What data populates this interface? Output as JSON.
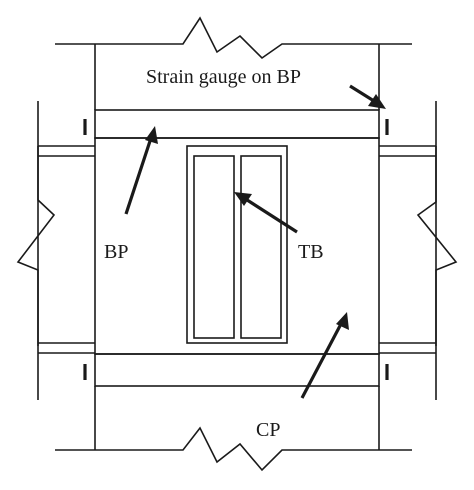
{
  "labels": {
    "strain_gauge": "Strain gauge on BP",
    "bp": "BP",
    "tb": "TB",
    "cp": "CP"
  },
  "colors": {
    "line": "#1a1a1a",
    "background": "#ffffff"
  }
}
